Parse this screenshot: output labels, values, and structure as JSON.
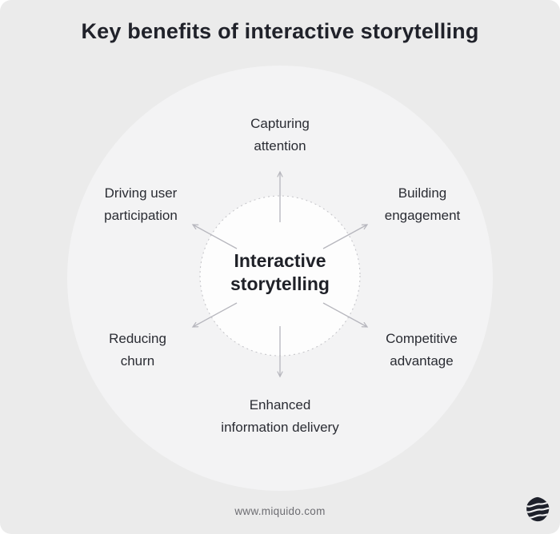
{
  "page": {
    "title": "Key benefits of interactive storytelling"
  },
  "diagram": {
    "center": {
      "line1": "Interactive",
      "line2": "storytelling"
    },
    "benefits": [
      {
        "id": "capturing-attention",
        "line1": "Capturing",
        "line2": "attention",
        "position": "top"
      },
      {
        "id": "driving-user-participation",
        "line1": "Driving user",
        "line2": "participation",
        "position": "top-left"
      },
      {
        "id": "building-engagement",
        "line1": "Building",
        "line2": "engagement",
        "position": "top-right"
      },
      {
        "id": "reducing-churn",
        "line1": "Reducing",
        "line2": "churn",
        "position": "bottom-left"
      },
      {
        "id": "competitive-advantage",
        "line1": "Competitive",
        "line2": "advantage",
        "position": "bottom-right"
      },
      {
        "id": "enhanced-information-delivery",
        "line1": "Enhanced",
        "line2": "information delivery",
        "position": "bottom"
      }
    ],
    "icons": {
      "center_circle": "dashed-circle",
      "arrows": "six-radial-arrows"
    }
  },
  "footer": {
    "url": "www.miquido.com",
    "logo": "miquido-logo"
  },
  "colors": {
    "card_background": "#ebebeb",
    "outer_circle": "#f3f3f4",
    "center_circle_fill": "#fdfdfd",
    "center_circle_border": "#c6c6ca",
    "arrow": "#b6b6bd",
    "title_text": "#20222a",
    "label_text": "#2a2c33",
    "url_text": "#6d6d72",
    "logo_fill": "#1e212b"
  }
}
